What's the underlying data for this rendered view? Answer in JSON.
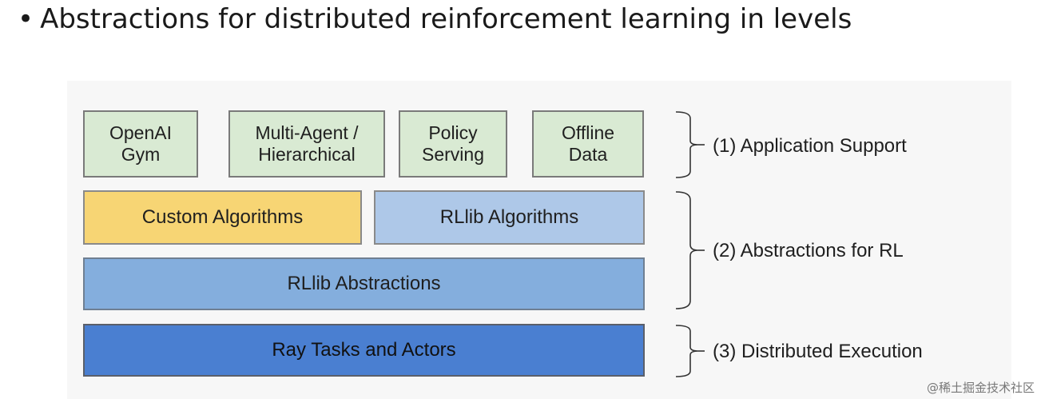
{
  "heading": {
    "bullet": "•",
    "text": "Abstractions for distributed reinforcement learning in levels"
  },
  "diagram": {
    "app_support": [
      {
        "line1": "OpenAI",
        "line2": "Gym"
      },
      {
        "line1": "Multi-Agent /",
        "line2": "Hierarchical"
      },
      {
        "line1": "Policy",
        "line2": "Serving"
      },
      {
        "line1": "Offline",
        "line2": "Data"
      }
    ],
    "custom_algorithms": "Custom Algorithms",
    "rllib_algorithms": "RLlib Algorithms",
    "rllib_abstractions": "RLlib Abstractions",
    "ray_tasks": "Ray Tasks and Actors",
    "levels": {
      "level1": "(1) Application Support",
      "level2": "(2) Abstractions for RL",
      "level3": "(3) Distributed Execution"
    },
    "colors": {
      "app_support": "#d9ead3",
      "custom_algorithms": "#f7d574",
      "rllib_algorithms": "#aec8e8",
      "rllib_abstractions": "#84aedd",
      "ray_tasks": "#4a7fd1"
    }
  },
  "watermark": "@稀土掘金技术社区"
}
